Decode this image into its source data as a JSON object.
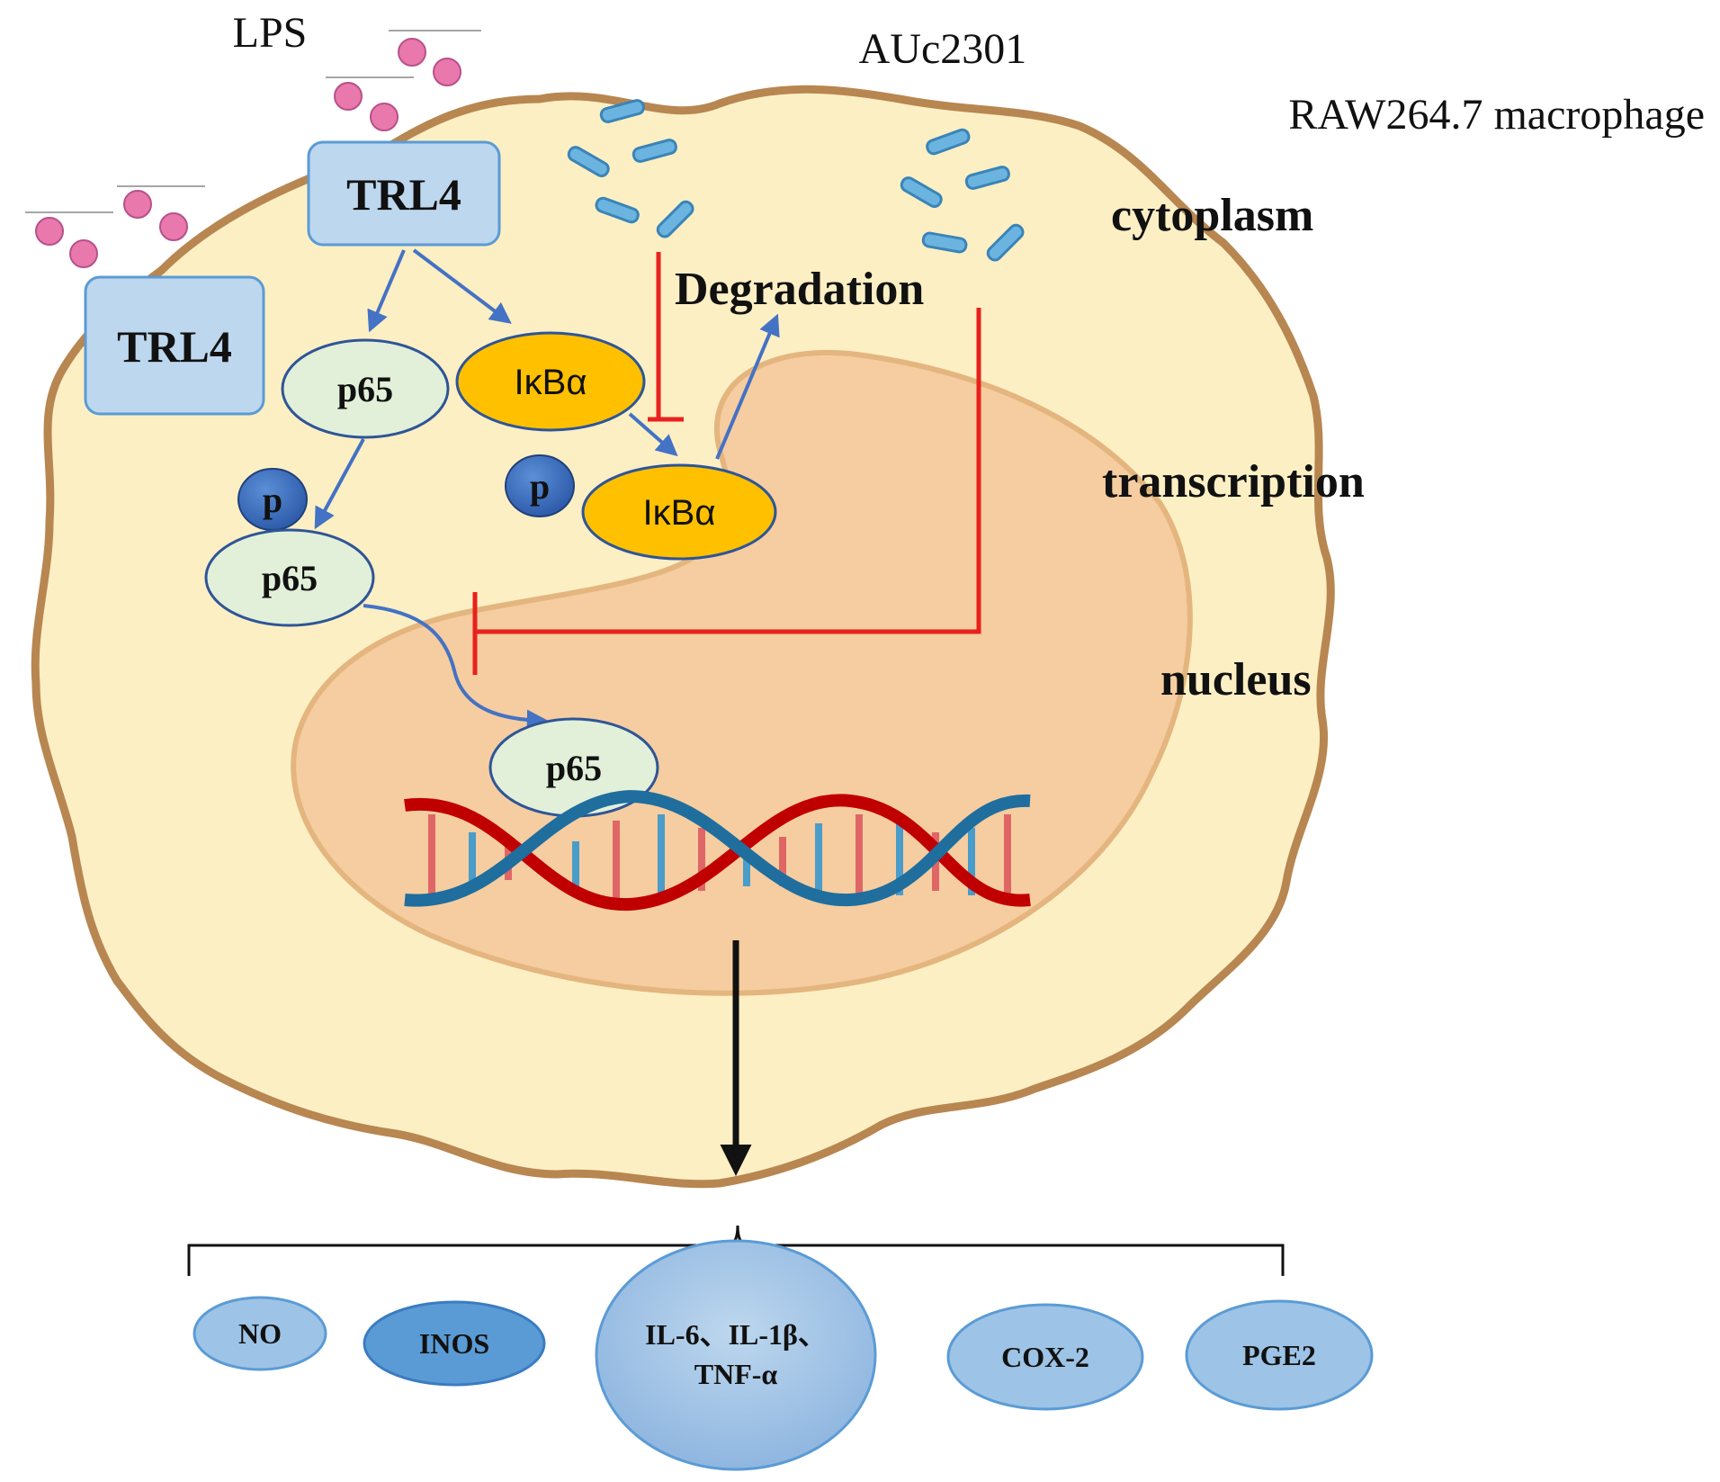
{
  "labels": {
    "lps": "LPS",
    "auc": "AUc2301",
    "macrophage": "RAW264.7 macrophage",
    "cytoplasm": "cytoplasm",
    "transcription": "transcription",
    "nucleus": "nucleus",
    "degradation": "Degradation"
  },
  "receptors": {
    "trl4_top": "TRL4",
    "trl4_left": "TRL4"
  },
  "proteins": {
    "p65_a": "p65",
    "p65_b": "p65",
    "p65_c": "p65",
    "ikba_a": "IκBα",
    "ikba_b": "IκBα",
    "p_a": "p",
    "p_b": "p"
  },
  "outputs": {
    "no": "NO",
    "inos": "INOS",
    "il_line1": "IL-6、IL-1β、",
    "il_line2": "TNF-α",
    "cox2": "COX-2",
    "pge2": "PGE2"
  },
  "colors": {
    "cell_fill": "#FCEFC4",
    "cell_border": "#B88650",
    "nucleus_fill": "#F5CDA0",
    "nucleus_border": "#E4B57E",
    "activation_arrow": "#4472C4",
    "inhibition": "#E8211C",
    "lps_dot": "#E979AC",
    "receptor_fill": "#BDD7EE",
    "p65_fill": "#E2F0D9",
    "ikba_fill": "#FFC000",
    "output_fill": "#9DC3E6",
    "dna_red": "#C00000",
    "dna_blue": "#1F6E9E"
  }
}
